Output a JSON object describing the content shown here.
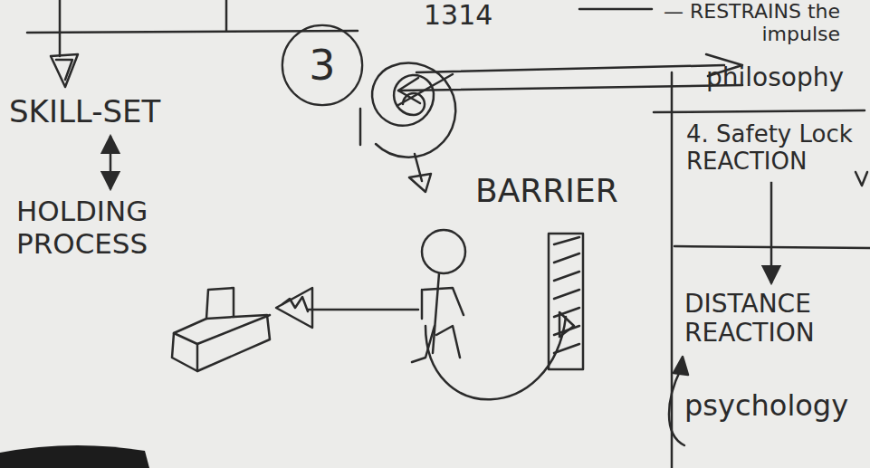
{
  "diagram": {
    "nodes": [
      {
        "text": [
          "SKILL-SET"
        ]
      },
      {
        "text": [
          "HOLDING PROCESS"
        ]
      },
      {
        "text": [
          "3"
        ]
      },
      {
        "text": [
          "4. Safety Lock REACTION"
        ]
      },
      {
        "text": [
          "DISTANCE REACTION"
        ]
      }
    ],
    "edges": [
      {
        "from": 0,
        "to": 1,
        "arrow": "both"
      },
      {
        "from": 3,
        "to": 4,
        "arrow": "to"
      }
    ],
    "labels": [
      "1314",
      "— RESTRAINS the impulse",
      "philosophy",
      "BARRIER",
      "psychology"
    ]
  }
}
